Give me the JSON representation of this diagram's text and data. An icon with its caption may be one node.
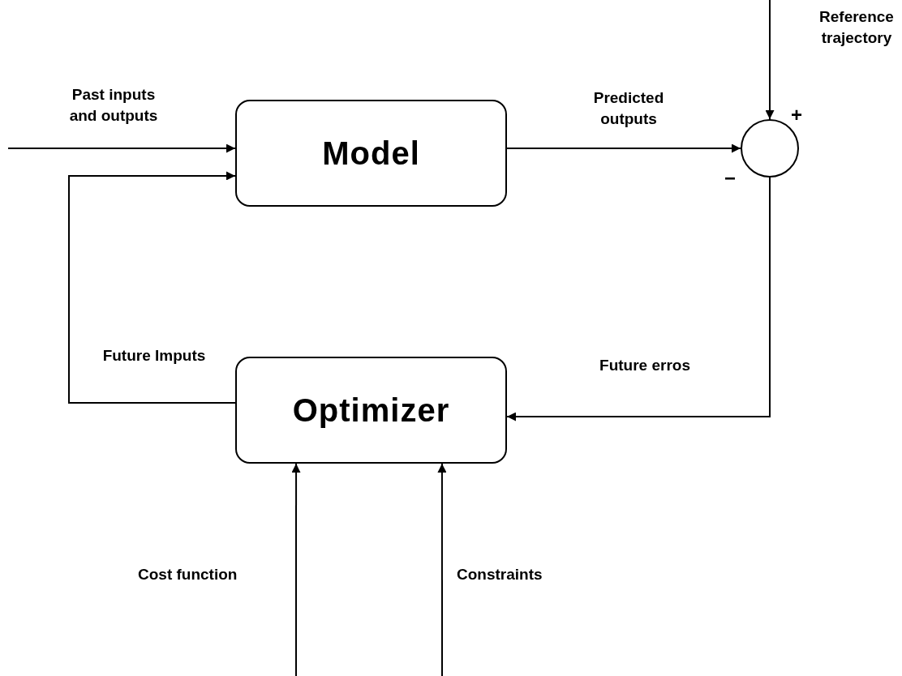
{
  "diagram": {
    "nodes": [
      {
        "text": [
          "Model"
        ]
      },
      {
        "text": [],
        "shape": "circle",
        "beside": [
          "+",
          "−"
        ]
      },
      {
        "text": [
          "Optimizer"
        ]
      }
    ],
    "edges": [
      {
        "from": null,
        "to": 0,
        "arrow": "to",
        "label": "Past inputs and outputs"
      },
      {
        "from": 2,
        "to": 0,
        "arrow": "to",
        "label": "Future Imputs"
      },
      {
        "from": 0,
        "to": 1,
        "arrow": "to",
        "label": "Predicted outputs"
      },
      {
        "from": null,
        "to": 1,
        "arrow": "to",
        "label": "Reference trajectory"
      },
      {
        "from": 1,
        "to": 2,
        "arrow": "to",
        "label": "Future erros"
      },
      {
        "from": null,
        "to": 2,
        "arrow": "to",
        "label": "Cost function"
      },
      {
        "from": null,
        "to": 2,
        "arrow": "to",
        "label": "Constraints"
      }
    ]
  }
}
